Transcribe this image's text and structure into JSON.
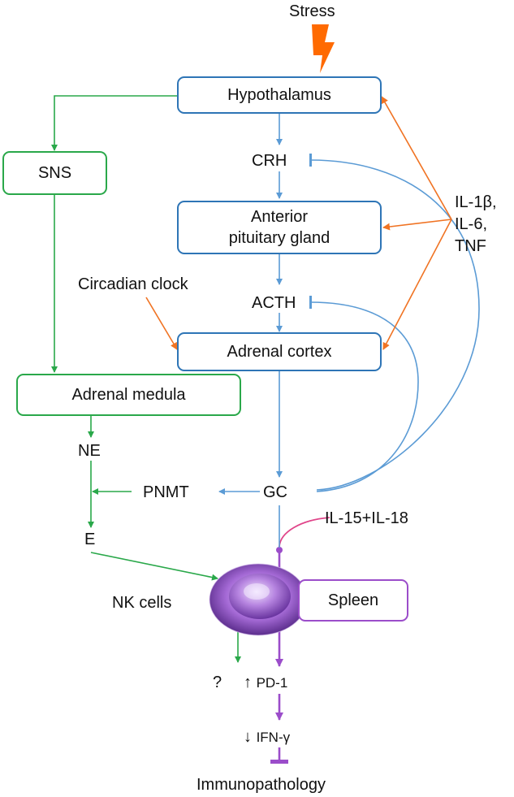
{
  "nodes": {
    "stress": "Stress",
    "hypothalamus": "Hypothalamus",
    "sns": "SNS",
    "crh": "CRH",
    "pituitary_line1": "Anterior",
    "pituitary_line2": "pituitary gland",
    "cytokines_line1": "IL-1β,",
    "cytokines_line2": "IL-6,",
    "cytokines_line3": "TNF",
    "circadian_clock": "Circadian clock",
    "acth": "ACTH",
    "adrenal_cortex": "Adrenal cortex",
    "adrenal_medula": "Adrenal medula",
    "ne": "NE",
    "pnmt": "PNMT",
    "gc": "GC",
    "e": "E",
    "il15_il18": "IL-15+IL-18",
    "nk_cells": "NK cells",
    "spleen": "Spleen",
    "question": "?",
    "pd1_arrow": "↑",
    "pd1": "PD-1",
    "ifn_arrow": "↓",
    "ifn": "IFN-γ",
    "immunopathology": "Immunopathology"
  },
  "colors": {
    "hpa_pathway": "#5b9bd5",
    "box_border_blue": "#2e75b6",
    "sympathetic_pathway": "#2aa84a",
    "cytokine_and_clock_input": "#f07323",
    "nk_pathway": "#9b4dca",
    "il15_link": "#e0458a",
    "stress_bolt": "#ff6a00"
  },
  "icons": {
    "stress": "lightning-bolt-icon",
    "nk_cells": "nk-cell-icon"
  }
}
